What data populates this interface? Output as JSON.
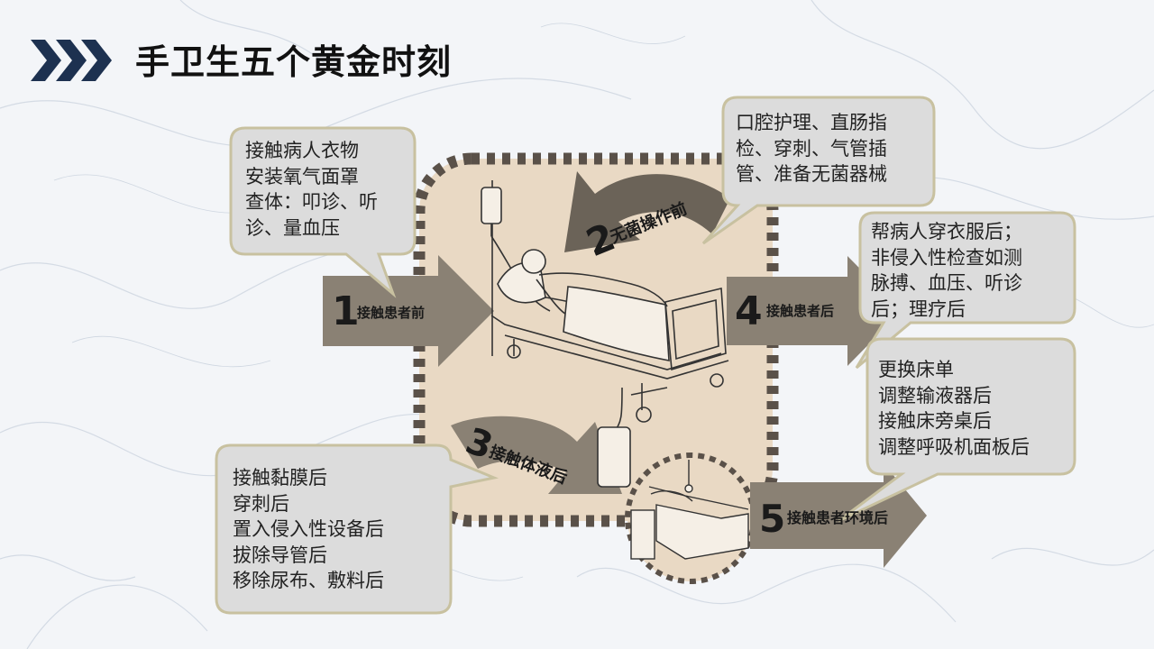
{
  "title": "手卫生五个黄金时刻",
  "moments": [
    {
      "number": "1",
      "label": "接触患者前",
      "details": [
        "接触病人衣物",
        "安装氧气面罩",
        "查体：叩诊、听",
        "诊、量血压"
      ]
    },
    {
      "number": "2",
      "label": "无菌操作前",
      "details": [
        "口腔护理、直肠指",
        "检、穿刺、气管插",
        "管、准备无菌器械"
      ]
    },
    {
      "number": "3",
      "label": "接触体液后",
      "details": [
        "接触黏膜后",
        "穿刺后",
        "置入侵入性设备后",
        "拔除导管后",
        "移除尿布、敷料后"
      ]
    },
    {
      "number": "4",
      "label": "接触患者后",
      "details": [
        "帮病人穿衣服后；",
        "非侵入性检查如测",
        "脉搏、血压、听诊",
        "后；理疗后"
      ]
    },
    {
      "number": "5",
      "label": "接触患者环境后",
      "details": [
        "更换床单",
        "调整输液器后",
        "接触床旁桌后",
        "调整呼吸机面板后"
      ]
    }
  ],
  "colors": {
    "title_chevron": "#1d3150",
    "arrow": "#8a8174",
    "arrow_dark": "#5f574d",
    "panel_fill": "#e9d9c4",
    "panel_dash": "#5a5149",
    "bubble_fill": "#dcdcdc",
    "bubble_stroke": "#c8c1a0"
  }
}
